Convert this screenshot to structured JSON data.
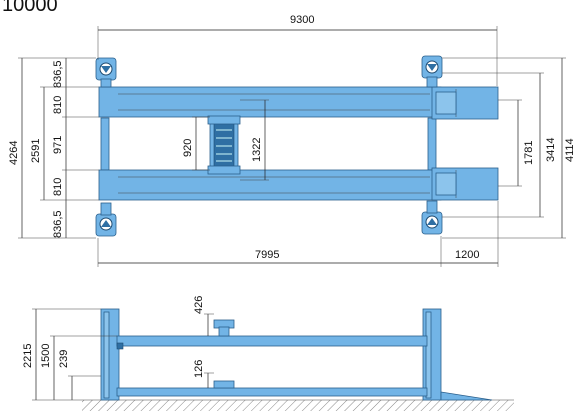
{
  "title": "10000",
  "dims": {
    "overall_length": "9300",
    "inner_length": "7995",
    "ramp_length": "1200",
    "top_836": "836,5",
    "top_810": "810",
    "mid_971": "971",
    "bot_810": "810",
    "bot_836": "836,5",
    "left_2591": "2591",
    "left_4264": "4264",
    "jack_920": "920",
    "jack_1322": "1322",
    "right_1781": "1781",
    "right_3414": "3414",
    "right_4114": "4114",
    "side_426": "426",
    "side_126": "126",
    "side_2215": "2215",
    "side_1500": "1500",
    "side_239": "239"
  },
  "colors": {
    "runway": "#72b4e6",
    "outline": "#2a5f8c",
    "dark": "#2f6fa3"
  }
}
